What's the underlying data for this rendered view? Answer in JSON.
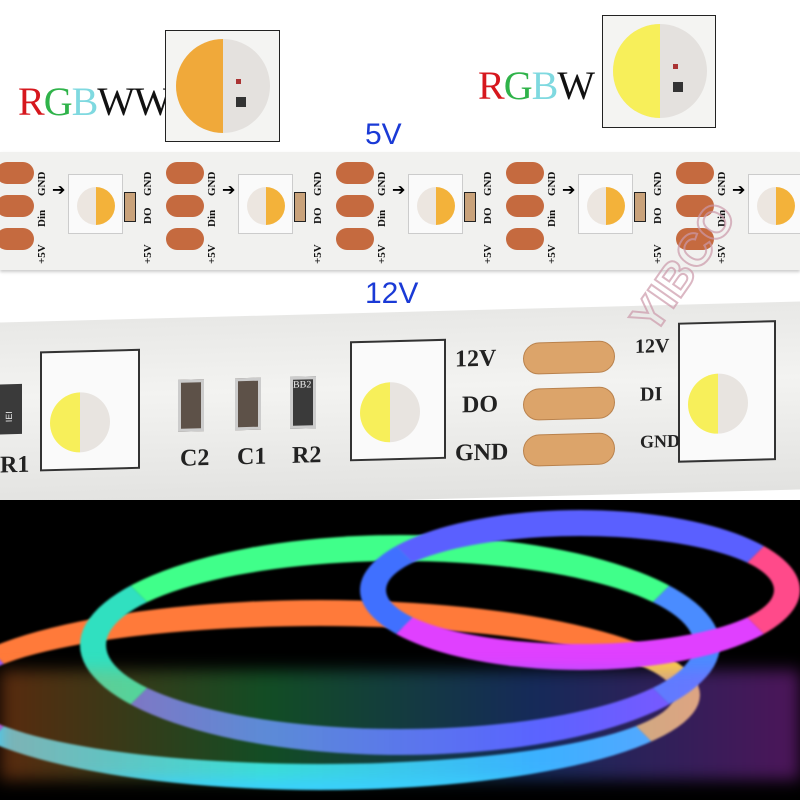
{
  "labels": {
    "rgbww": {
      "R": "R",
      "G": "G",
      "B": "B",
      "W": "WW"
    },
    "rgbw": {
      "R": "R",
      "G": "G",
      "B": "B",
      "W": "W"
    }
  },
  "voltages": {
    "top": "5V",
    "bottom": "12V"
  },
  "strip_5v": {
    "pins_left": [
      "GND",
      "Din",
      "+5V"
    ],
    "pins_right": [
      "GND",
      "DO",
      "+5V"
    ]
  },
  "strip_12v": {
    "pads_left": [
      "12V",
      "DO",
      "GND"
    ],
    "pads_right": [
      "12V",
      "DI",
      "GND"
    ],
    "components": [
      "R1",
      "C2",
      "C1",
      "R2"
    ],
    "resistor_codes": [
      "IEI",
      "BB2"
    ]
  },
  "watermark": "YIBCO",
  "colors": {
    "red": "#d6171d",
    "green": "#2fb34a",
    "cyan": "#7fd9e0",
    "black": "#111111",
    "voltage_blue": "#1a3ad6",
    "copper": "#c56a3f",
    "warm_white": "#f3b23a",
    "white_led": "#f7ef5a"
  }
}
